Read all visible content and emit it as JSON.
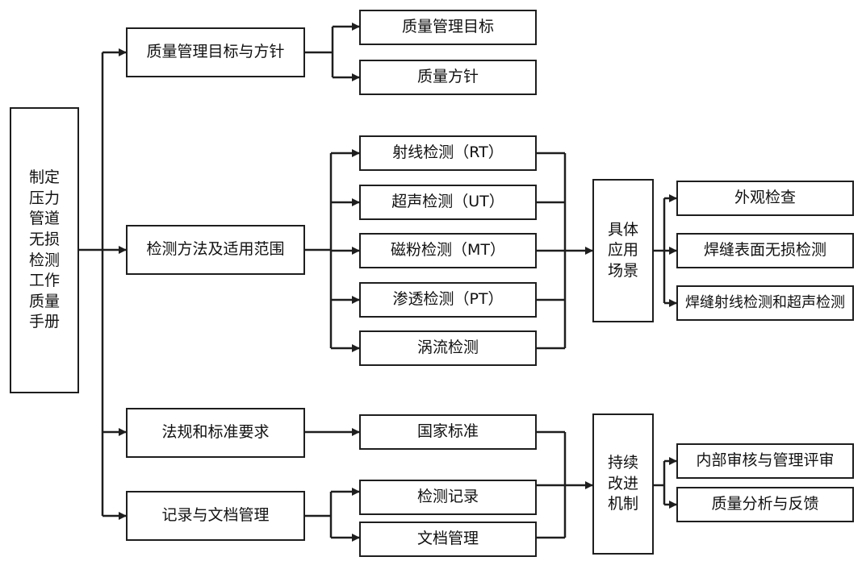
{
  "root": {
    "label": "制定压力管道无损检测工作质量手册"
  },
  "level1": [
    {
      "label": "质量管理目标与方针"
    },
    {
      "label": "检测方法及适用范围"
    },
    {
      "label": "法规和标准要求"
    },
    {
      "label": "记录与文档管理"
    }
  ],
  "goals": [
    {
      "label": "质量管理目标"
    },
    {
      "label": "质量方针"
    }
  ],
  "methods": [
    {
      "label": "射线检测（RT）"
    },
    {
      "label": "超声检测（UT）"
    },
    {
      "label": "磁粉检测（MT）"
    },
    {
      "label": "渗透检测（PT）"
    },
    {
      "label": "涡流检测"
    }
  ],
  "application": {
    "label": "具体应用场景"
  },
  "scenes": [
    {
      "label": "外观检查"
    },
    {
      "label": "焊缝表面无损检测"
    },
    {
      "label": "焊缝射线检测和超声检测"
    }
  ],
  "standards": {
    "label": "国家标准"
  },
  "records": [
    {
      "label": "检测记录"
    },
    {
      "label": "文档管理"
    }
  ],
  "improvement": {
    "label": "持续改进机制"
  },
  "improve_items": [
    {
      "label": "内部审核与管理评审"
    },
    {
      "label": "质量分析与反馈"
    }
  ]
}
